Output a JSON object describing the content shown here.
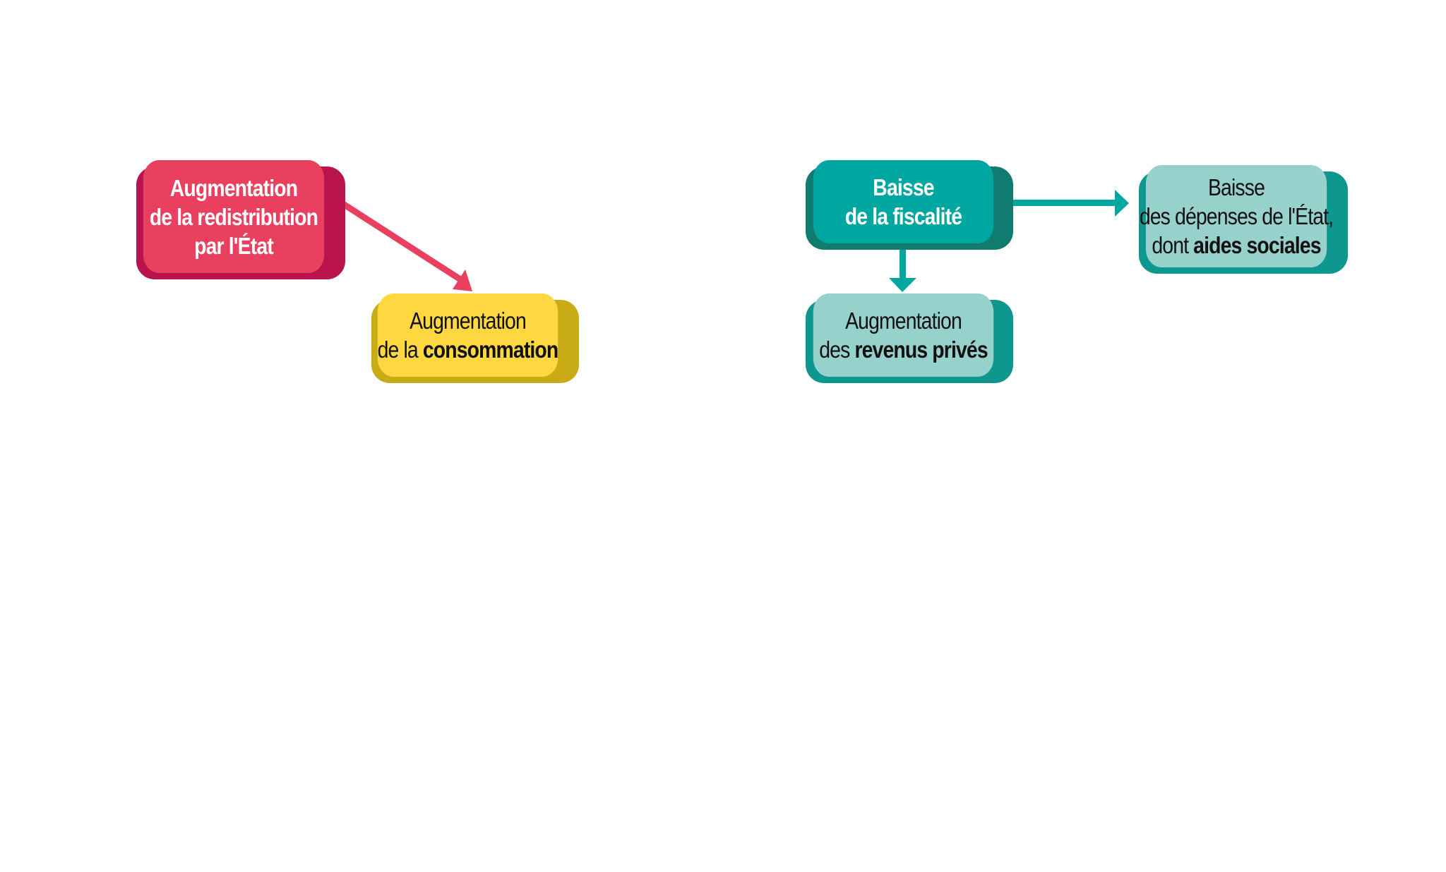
{
  "nodes": {
    "redistribution": {
      "lines": [
        "Augmentation",
        "de la redistribution",
        "par l'État"
      ]
    },
    "consommation": {
      "line1": "Augmentation",
      "line2_normal": "de la ",
      "line2_bold": "consommation"
    },
    "fiscalite": {
      "lines": [
        "Baisse",
        "de la fiscalité"
      ]
    },
    "revenus": {
      "line1": "Augmentation",
      "line2_normal": "des ",
      "line2_bold": "revenus privés"
    },
    "depenses": {
      "line1": "Baisse",
      "line2": "des dépenses de l'État,",
      "line3_normal": "dont ",
      "line3_bold": "aides sociales"
    }
  },
  "edges": [
    {
      "from": "redistribution",
      "to": "consommation",
      "color": "#e8405e"
    },
    {
      "from": "fiscalite",
      "to": "revenus",
      "color": "#00a6a0"
    },
    {
      "from": "fiscalite",
      "to": "depenses",
      "color": "#00a6a0"
    }
  ],
  "colors": {
    "red": "#e8405e",
    "yellow": "#ffd740",
    "teal": "#00a6a0",
    "light_teal": "#96d1cc"
  }
}
